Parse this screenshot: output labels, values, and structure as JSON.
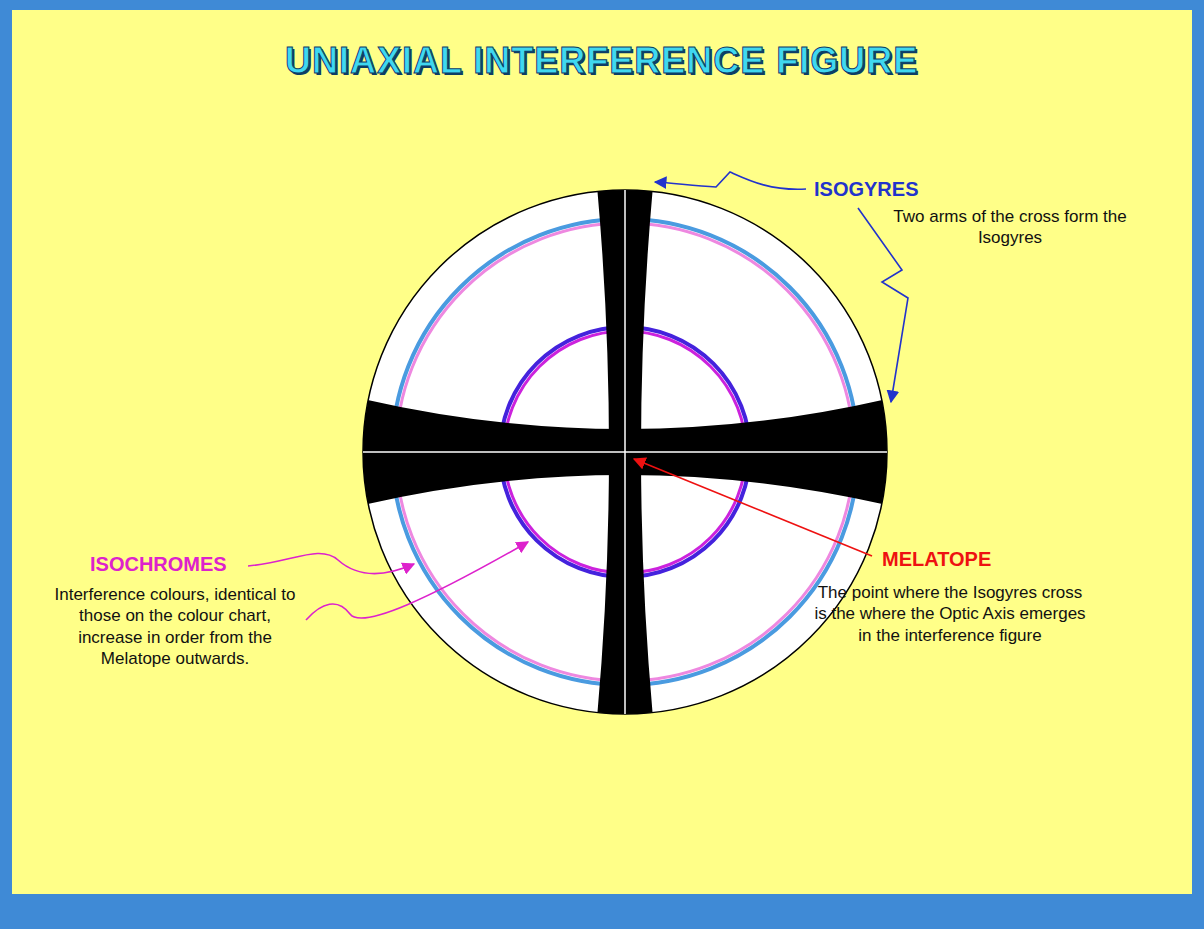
{
  "diagram": {
    "title": "UNIAXIAL INTERFERENCE FIGURE",
    "labels": [
      "ISOGYRES",
      "Two arms of the cross form the Isogyres",
      "ISOCHROMES",
      "Interference colours, identical to those on the colour chart, increase in order from the Melatope outwards.",
      "MELATOPE",
      "The point where the Isogyres cross is the where the Optic Axis emerges in the interference figure"
    ]
  }
}
